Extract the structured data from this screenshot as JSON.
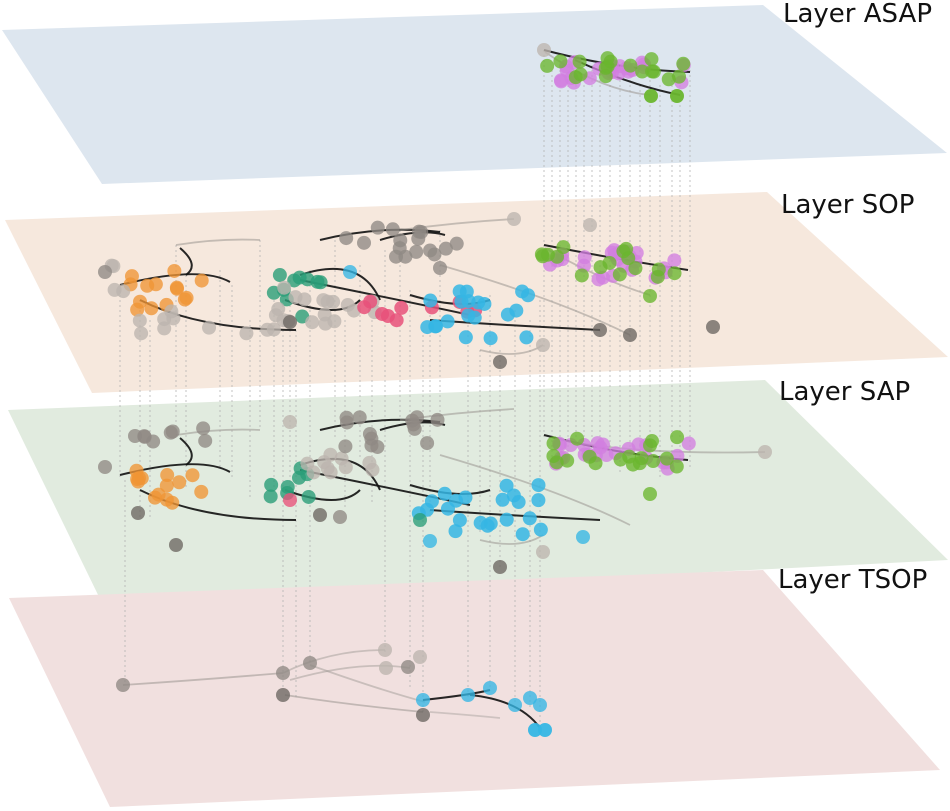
{
  "layers": [
    {
      "id": "asap",
      "label": "Layer ASAP",
      "fill": "#dde6ef"
    },
    {
      "id": "sop",
      "label": "Layer SOP",
      "fill": "#f6e8dd"
    },
    {
      "id": "sap",
      "label": "Layer SAP",
      "fill": "#e1ebdf"
    },
    {
      "id": "tsop",
      "label": "Layer TSOP",
      "fill": "#f1e0df"
    }
  ],
  "community_colors": {
    "orange": "#ef9535",
    "pink": "#e8517a",
    "teal": "#2a9d78",
    "cyan": "#35b6e4",
    "green": "#6ab62e",
    "violet": "#d27fe0",
    "gray": "#8f8984",
    "lightgray": "#bdb5ae",
    "darkgray": "#6b6661"
  },
  "interlayer_line_color": "#b0b0b0",
  "edge_colors": {
    "strong": "#111111",
    "weak": "#9a9590"
  }
}
